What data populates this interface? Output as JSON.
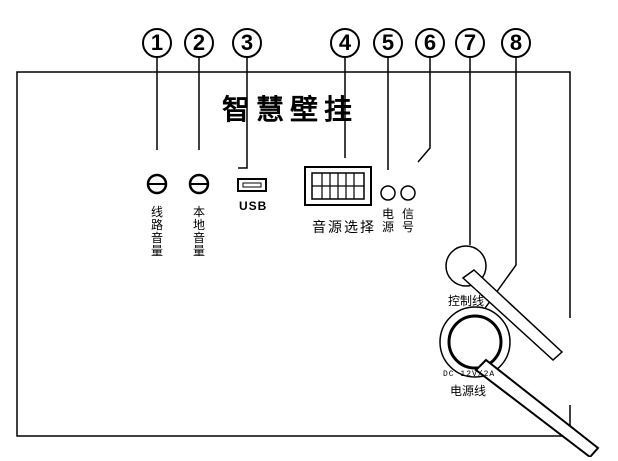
{
  "panel": {
    "title": "智慧壁挂"
  },
  "callouts": [
    "1",
    "2",
    "3",
    "4",
    "5",
    "6",
    "7",
    "8"
  ],
  "labels": {
    "line_volume": "线路音量",
    "local_volume": "本地音量",
    "usb": "USB",
    "source_select": "音源选择",
    "power": "电源",
    "signal": "信号",
    "control_cable": "控制线",
    "dc_spec": "DC 12V/2A",
    "power_cable": "电源线"
  }
}
